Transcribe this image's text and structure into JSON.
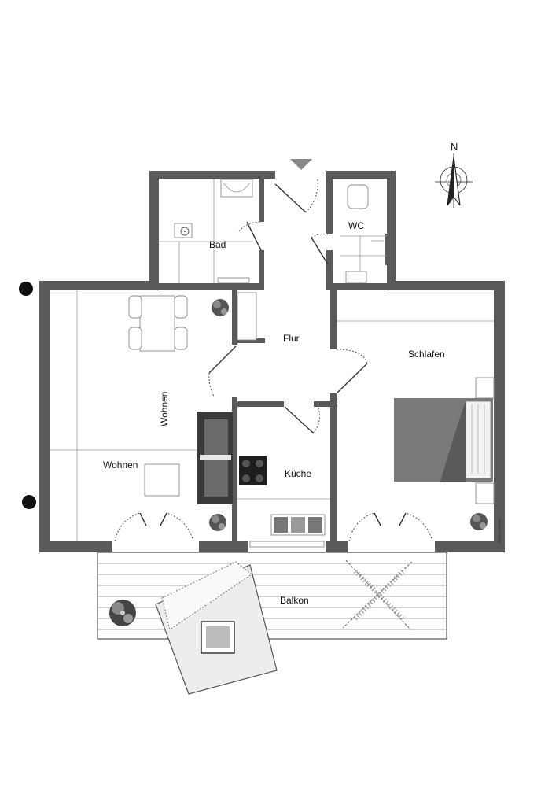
{
  "rooms": {
    "bad": "Bad",
    "wc": "WC",
    "flur": "Flur",
    "schlafen": "Schlafen",
    "wohnen_vertical": "Wohnen",
    "wohnen": "Wohnen",
    "kueche": "Küche",
    "balkon": "Balkon"
  },
  "compass": {
    "label": "N"
  },
  "credit": {
    "text": "McGrundriss"
  },
  "colors": {
    "wall": "#5a5a5a",
    "bed": "#7a7a7a",
    "entrance_marker": "#888888"
  }
}
